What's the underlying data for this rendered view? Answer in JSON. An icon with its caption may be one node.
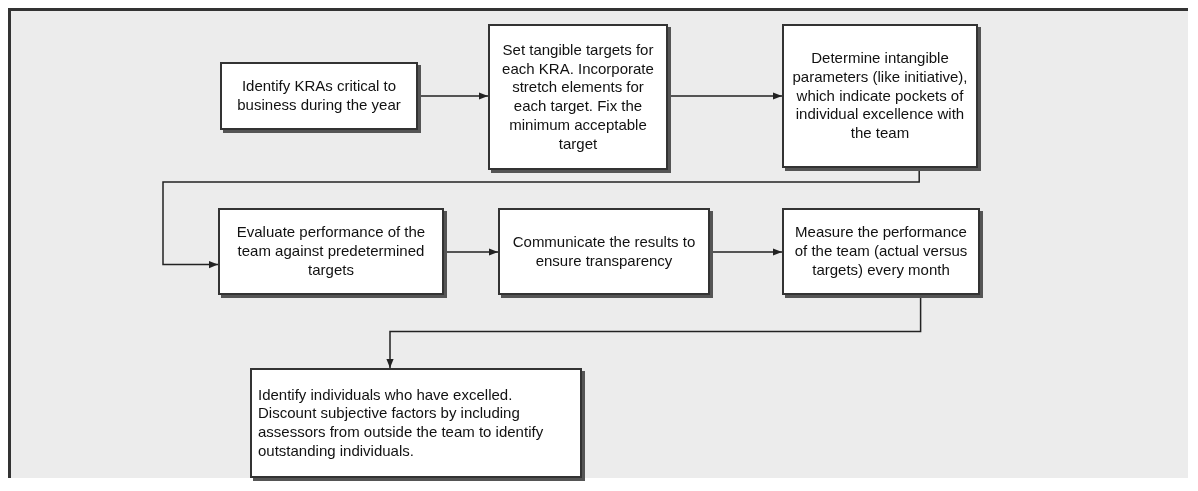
{
  "diagram": {
    "nodes": [
      {
        "text": [
          "Identify KRAs critical to business during the year"
        ]
      },
      {
        "text": [
          "Set tangible targets for each KRA. Incorporate stretch elements for each target. Fix the minimum acceptable target"
        ]
      },
      {
        "text": [
          "Determine intangible parameters (like initiative), which indicate pockets of individual excellence with the team"
        ]
      },
      {
        "text": [
          "Evaluate performance of the team against predetermined targets"
        ]
      },
      {
        "text": [
          "Communicate the results to ensure transparency"
        ]
      },
      {
        "text": [
          "Measure the performance of the team (actual versus targets) every month"
        ]
      },
      {
        "text": [
          "Identify individuals who have excelled. Discount subjective factors by including assessors from outside the team to identify outstanding individuals."
        ]
      }
    ],
    "edges": [
      {
        "from": 0,
        "to": 1,
        "arrow": "to"
      },
      {
        "from": 1,
        "to": 2,
        "arrow": "to"
      },
      {
        "from": 2,
        "to": 3,
        "arrow": "to"
      },
      {
        "from": 3,
        "to": 4,
        "arrow": "to"
      },
      {
        "from": 4,
        "to": 5,
        "arrow": "to"
      },
      {
        "from": 5,
        "to": 6,
        "arrow": "to"
      }
    ]
  }
}
